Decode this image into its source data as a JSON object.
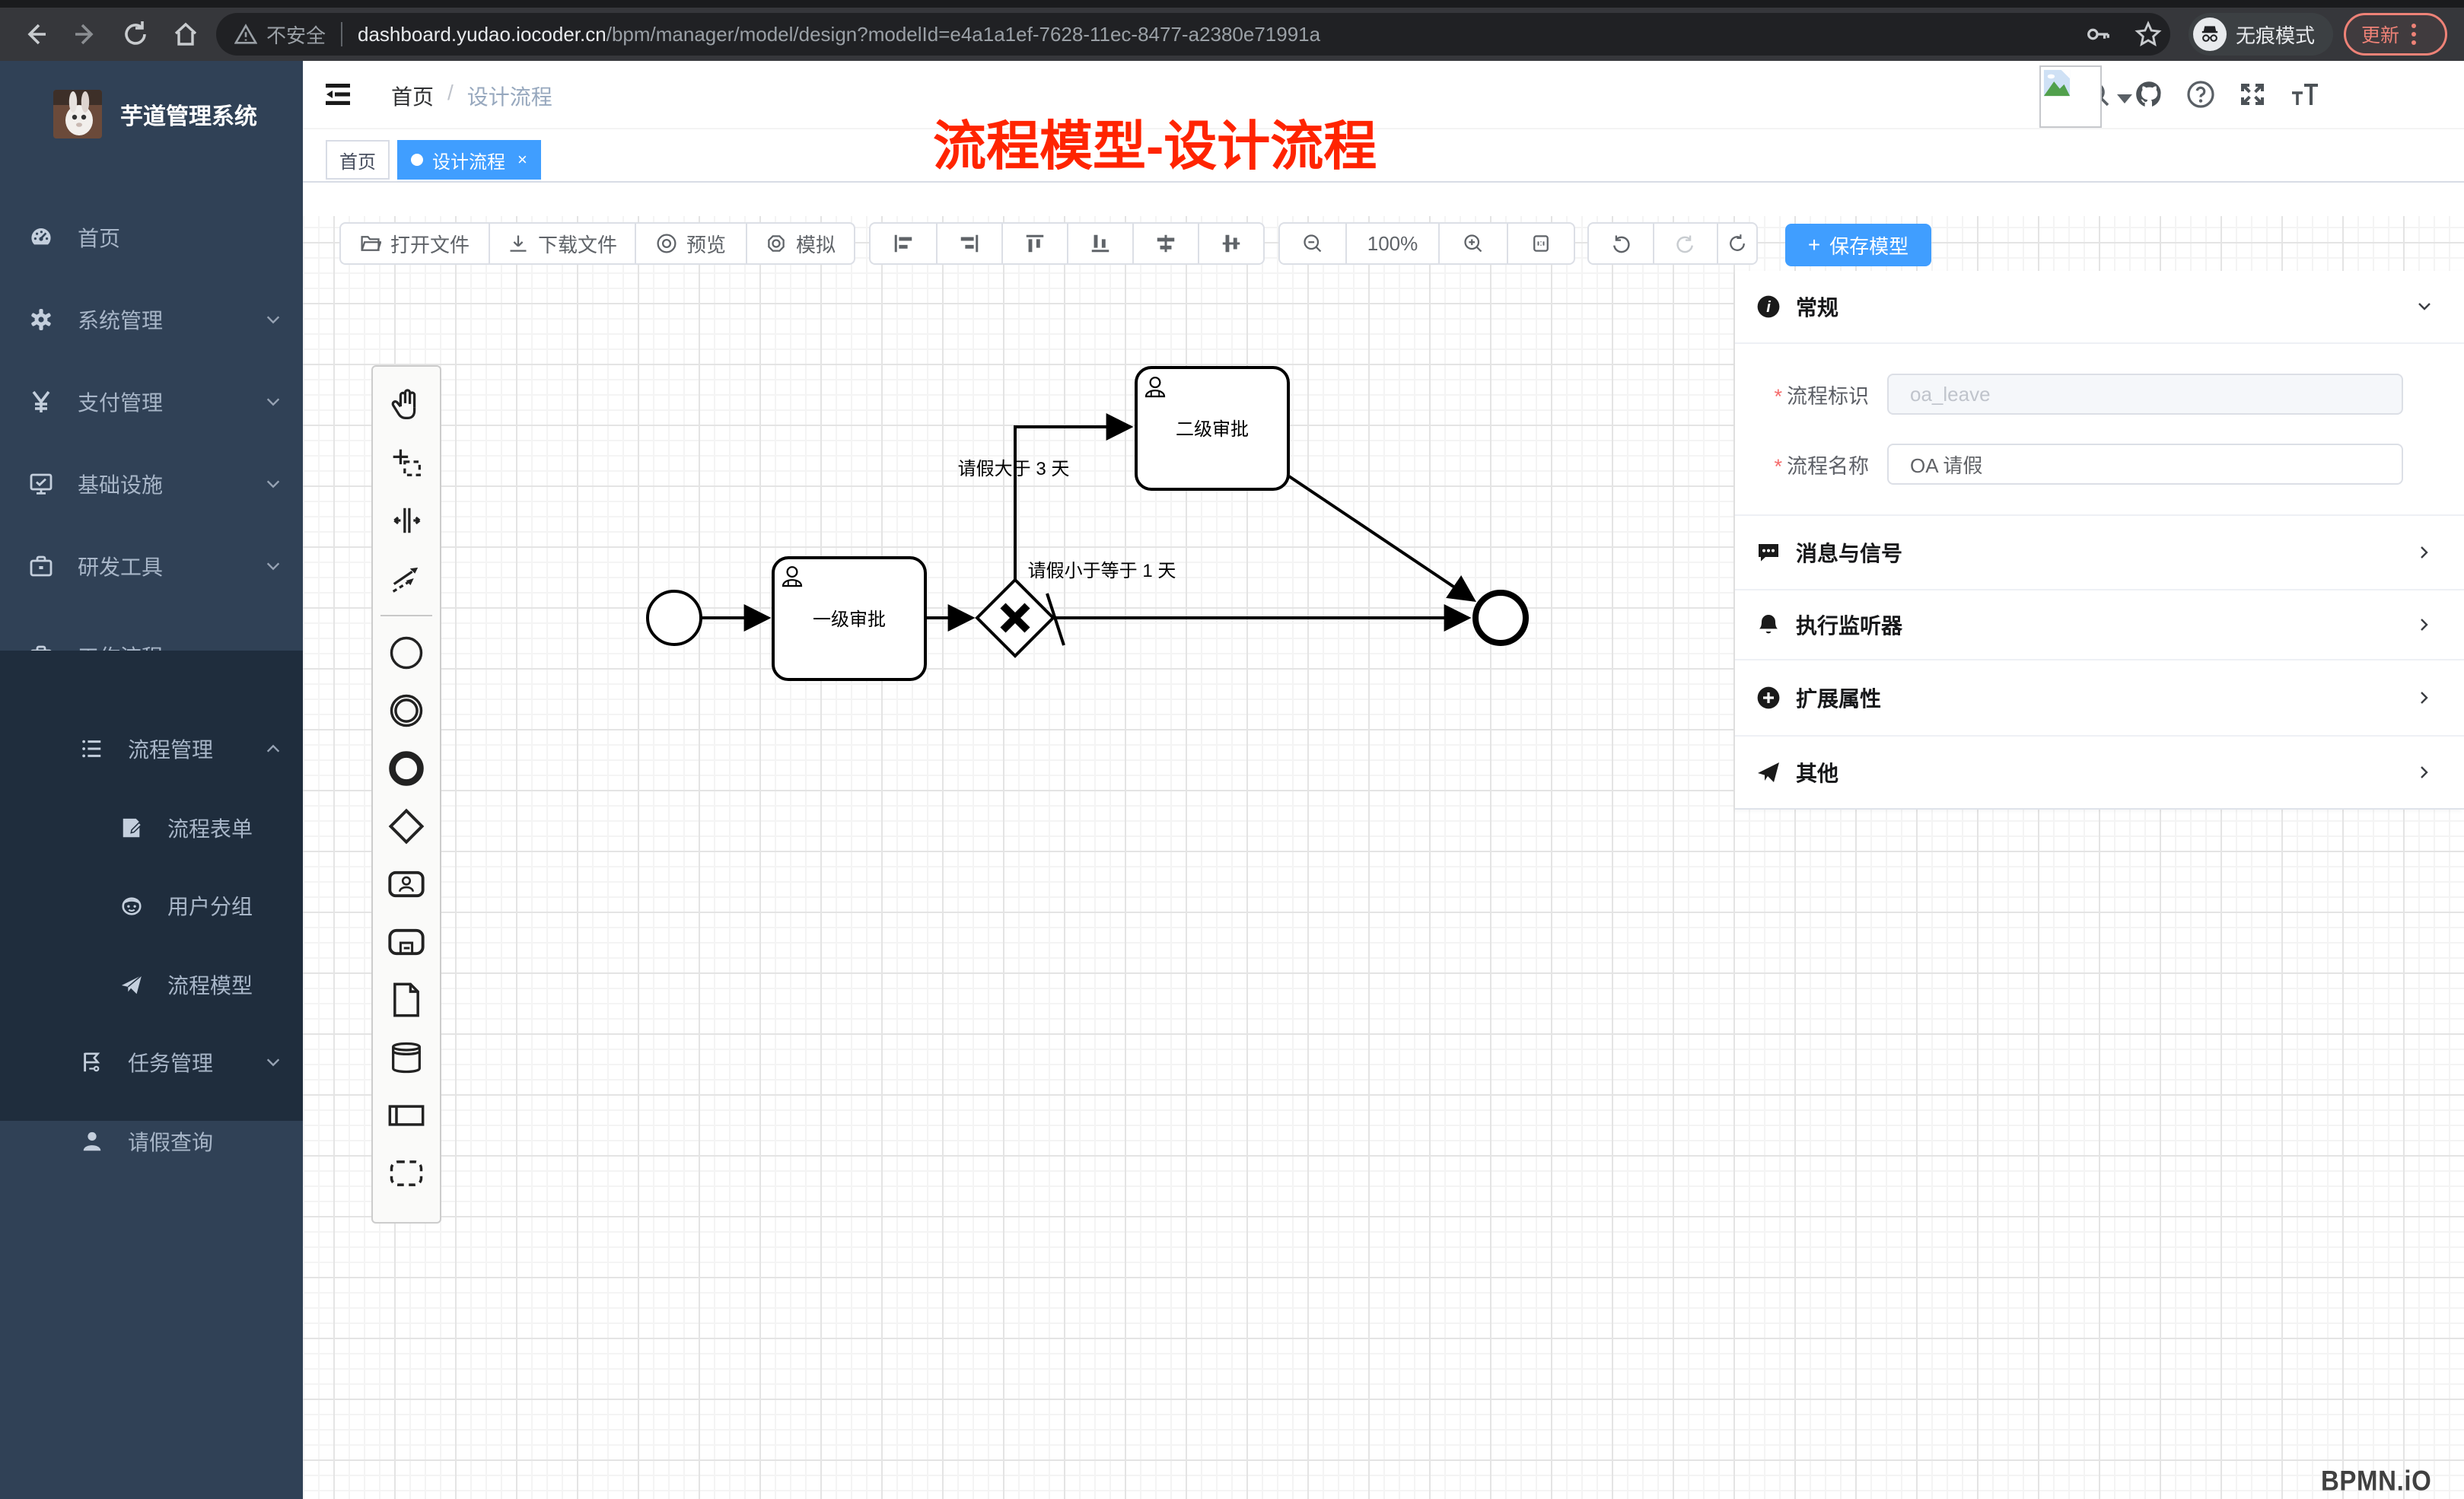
{
  "browser": {
    "security_label": "不安全",
    "url_host": "dashboard.yudao.iocoder.cn",
    "url_path": "/bpm/manager/model/design?modelId=e4a1a1ef-7628-11ec-8477-a2380e71991a",
    "incognito_label": "无痕模式",
    "update_label": "更新"
  },
  "sidebar": {
    "logo_title": "芋道管理系统",
    "items": [
      {
        "label": "首页"
      },
      {
        "label": "系统管理"
      },
      {
        "label": "支付管理"
      },
      {
        "label": "基础设施"
      },
      {
        "label": "研发工具"
      },
      {
        "label": "工作流程"
      }
    ],
    "submenu": [
      {
        "label": "流程管理"
      },
      {
        "label": "流程表单"
      },
      {
        "label": "用户分组"
      },
      {
        "label": "流程模型"
      },
      {
        "label": "任务管理"
      },
      {
        "label": "请假查询"
      }
    ]
  },
  "header": {
    "breadcrumb_home": "首页",
    "breadcrumb_current": "设计流程",
    "annotation": "流程模型-设计流程"
  },
  "tabs": {
    "home": "首页",
    "current": "设计流程"
  },
  "toolbar": {
    "open_file": "打开文件",
    "download_file": "下载文件",
    "preview": "预览",
    "simulate": "模拟",
    "zoom_level": "100%",
    "save_model": "保存模型"
  },
  "panel": {
    "sections": [
      {
        "label": "常规"
      },
      {
        "label": "消息与信号"
      },
      {
        "label": "执行监听器"
      },
      {
        "label": "扩展属性"
      },
      {
        "label": "其他"
      }
    ],
    "fields": [
      {
        "label": "流程标识",
        "placeholder": "oa_leave"
      },
      {
        "label": "流程名称",
        "value": "OA 请假"
      }
    ]
  },
  "canvas": {
    "watermark": "BPMN.iO"
  },
  "diagram": {
    "nodes": [
      {
        "id": "start",
        "type": "startEvent"
      },
      {
        "id": "task1",
        "type": "userTask",
        "label": "一级审批"
      },
      {
        "id": "gateway",
        "type": "exclusiveGateway"
      },
      {
        "id": "task2",
        "type": "userTask",
        "label": "二级审批"
      },
      {
        "id": "end",
        "type": "endEvent"
      }
    ],
    "edges": [
      {
        "from": "start",
        "to": "task1"
      },
      {
        "from": "task1",
        "to": "gateway"
      },
      {
        "from": "gateway",
        "to": "task2",
        "label": "请假大于 3 天"
      },
      {
        "from": "gateway",
        "to": "end",
        "label": "请假小于等于 1 天",
        "conditional": true
      },
      {
        "from": "task2",
        "to": "end"
      }
    ]
  }
}
